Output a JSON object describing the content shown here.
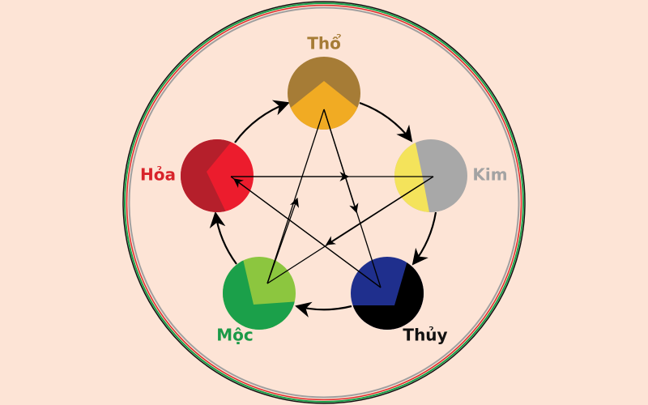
{
  "background": "#fde4d6",
  "elements": {
    "tho": {
      "label": "Thổ",
      "label_color": "#a67c36",
      "dark": "#a67c36",
      "light": "#f1ab23"
    },
    "kim": {
      "label": "Kim",
      "label_color": "#a3a3a3",
      "dark": "#a8a8a8",
      "light": "#f4e35b"
    },
    "thuy": {
      "label": "Thủy",
      "label_color": "#111111",
      "dark": "#000000",
      "light": "#1f2f8d"
    },
    "moc": {
      "label": "Mộc",
      "label_color": "#1c9a48",
      "dark": "#1ba04a",
      "light": "#8cc63f"
    },
    "hoa": {
      "label": "Hỏa",
      "label_color": "#d8232a",
      "dark": "#b51f2b",
      "light": "#ec1c2d"
    }
  },
  "rings": [
    "#111111",
    "#1aa04a",
    "#e02a2a",
    "#a0a0a0"
  ]
}
